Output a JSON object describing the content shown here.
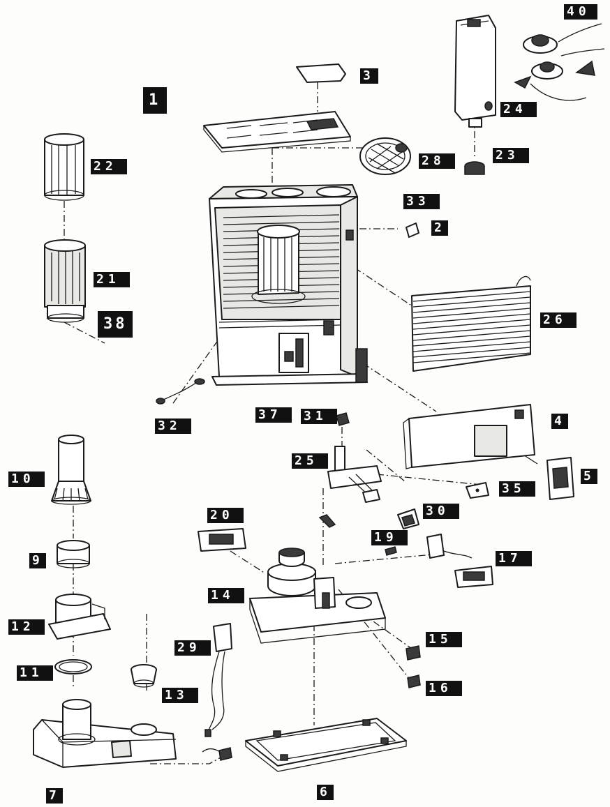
{
  "callouts": {
    "c1": "1",
    "c2": "2",
    "c3": "3",
    "c4": "4",
    "c5": "5",
    "c6": "6",
    "c7": "7",
    "c9": "9",
    "c10": "10",
    "c11": "11",
    "c12": "12",
    "c13": "13",
    "c14": "14",
    "c15": "15",
    "c16": "16",
    "c17": "17",
    "c19": "19",
    "c20": "20",
    "c21": "21",
    "c22": "22",
    "c23": "23",
    "c24": "24",
    "c25": "25",
    "c26": "26",
    "c28": "28",
    "c29": "29",
    "c30": "30",
    "c31": "31",
    "c32": "32",
    "c33": "33",
    "c35": "35",
    "c37": "37",
    "c38": "38",
    "c40": "40"
  },
  "colors": {
    "ink": "#1a1a1a",
    "callout_bg": "#111111",
    "callout_text": "#ffffff",
    "paper": "#fdfdfb"
  }
}
